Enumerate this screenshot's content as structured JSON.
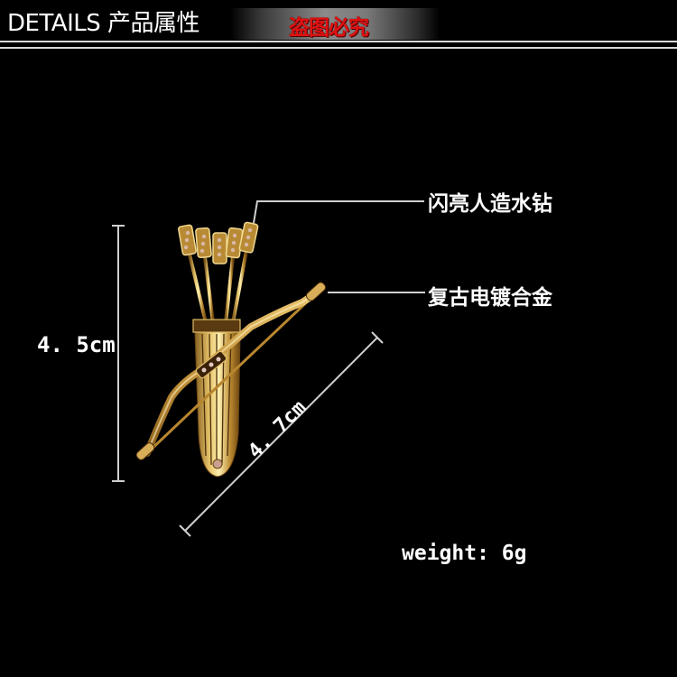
{
  "header": {
    "title": "DETAILS 产品属性",
    "watermark": "盗图必究",
    "watermark_color": "#e01010"
  },
  "product": {
    "name": "bow and arrow quiver brooch",
    "callouts": [
      {
        "label": "闪亮人造水钻"
      },
      {
        "label": "复古电镀合金"
      }
    ],
    "dimensions": {
      "height": "4. 5cm",
      "width": "4. 7cm"
    },
    "weight": "weight: 6g"
  },
  "colors": {
    "background": "#000000",
    "gold": "#c99a3a",
    "line": "#d0d0d0"
  }
}
